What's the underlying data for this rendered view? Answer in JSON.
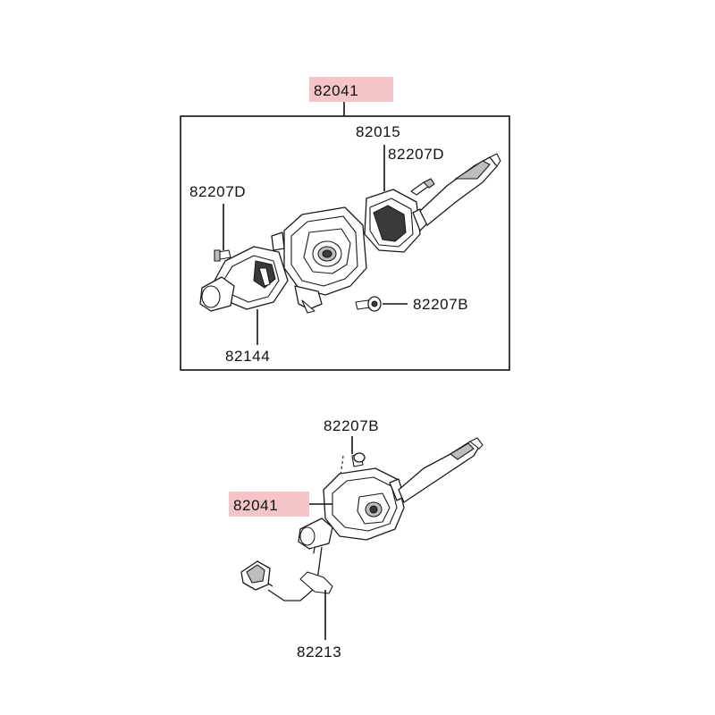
{
  "highlight_color": "#f4c4c8",
  "callouts": {
    "assembly_top": "82041",
    "lever_switch": "82015",
    "screw_top_right": "82207D",
    "screw_top_left": "82207D",
    "screw_bolt": "82207B",
    "left_switch": "82144",
    "screw_lower": "82207B",
    "assembly_lower": "82041",
    "wire_harness": "82213"
  }
}
